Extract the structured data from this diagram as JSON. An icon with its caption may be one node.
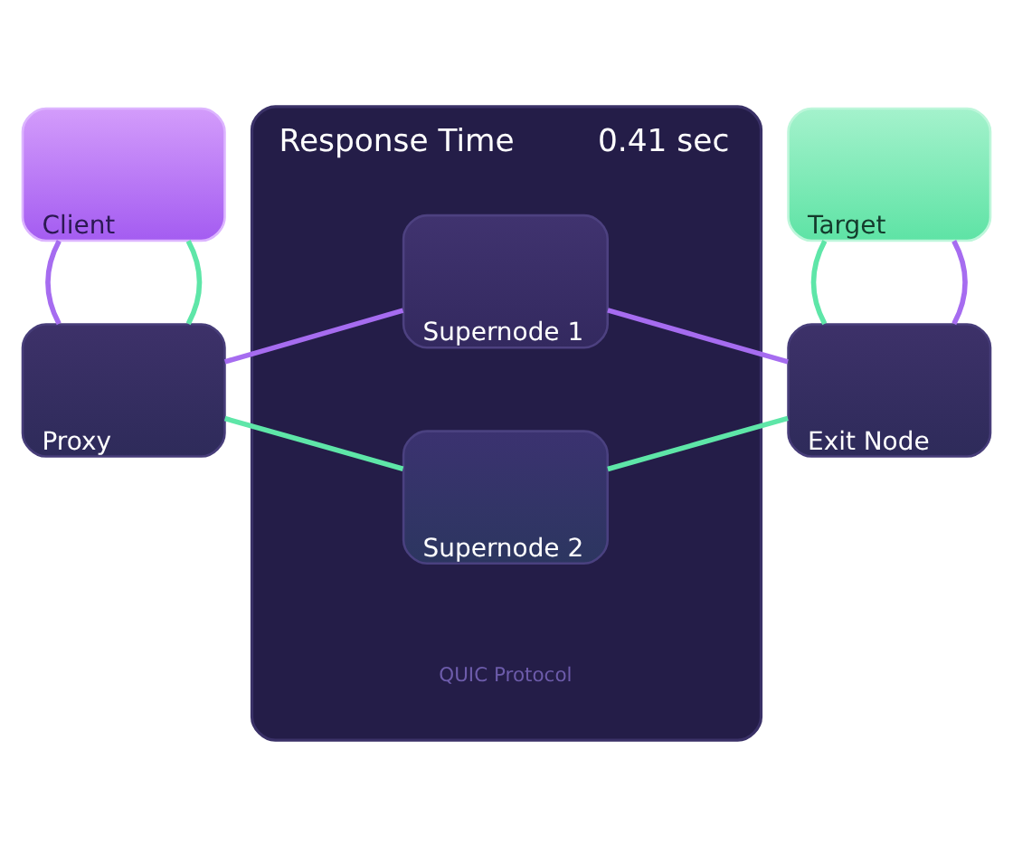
{
  "diagram": {
    "nodes": [
      {
        "text": [
          "Response Time",
          "0.41 sec"
        ]
      },
      {
        "text": [
          "Client"
        ]
      },
      {
        "text": [
          "Supernode 1"
        ],
        "in": 0
      },
      {
        "text": [
          "Target"
        ]
      },
      {
        "text": [
          "Proxy"
        ]
      },
      {
        "text": [
          "Supernode 2"
        ],
        "in": 0
      },
      {
        "text": [
          "Exit Node"
        ]
      }
    ],
    "edges": [
      {
        "from": 1,
        "to": 4,
        "arrow": "none",
        "color": "#5ee6a8"
      },
      {
        "from": 1,
        "to": 4,
        "arrow": "none",
        "color": "#a66cf0"
      },
      {
        "from": 4,
        "to": 2,
        "arrow": "none",
        "color": "#a66cf0"
      },
      {
        "from": 2,
        "to": 6,
        "arrow": "none",
        "color": "#a66cf0"
      },
      {
        "from": 4,
        "to": 5,
        "arrow": "none",
        "color": "#5ee6a8"
      },
      {
        "from": 5,
        "to": 6,
        "arrow": "none",
        "color": "#5ee6a8"
      },
      {
        "from": 3,
        "to": 6,
        "arrow": "none",
        "color": "#a66cf0"
      },
      {
        "from": 3,
        "to": 6,
        "arrow": "none",
        "color": "#5ee6a8"
      }
    ],
    "labels": [
      "QUIC Protocol"
    ]
  }
}
